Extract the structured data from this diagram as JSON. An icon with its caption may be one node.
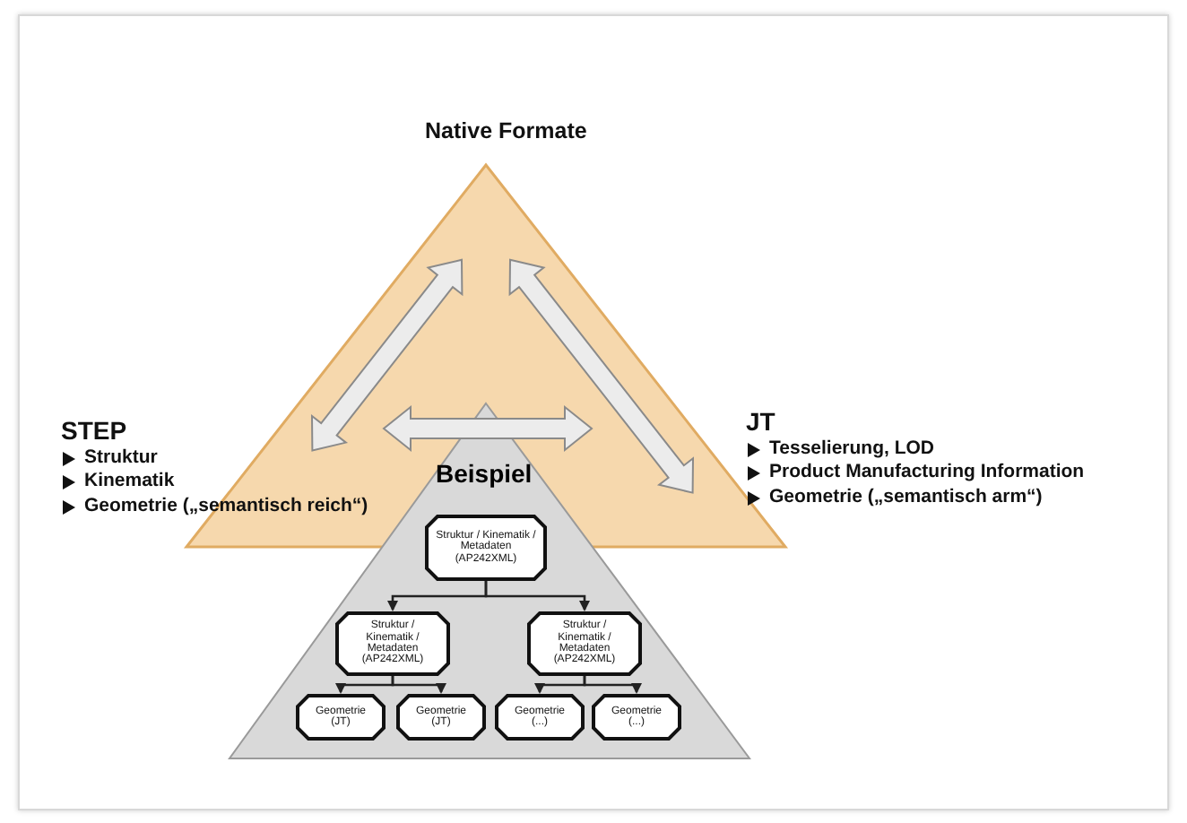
{
  "diagram": {
    "nodes": [
      {
        "text": [
          "Native Formate"
        ]
      },
      {
        "text": [
          "STEP",
          "Struktur",
          "Kinematik",
          "Geometrie („semantisch reich“)"
        ]
      },
      {
        "text": [
          "JT",
          "Tesselierung, LOD",
          "Product Manufacturing Information",
          "Geometrie („semantisch arm“)"
        ]
      },
      {
        "text": [
          "Beispiel"
        ]
      },
      {
        "text": [
          "Struktur / Kinematik / Metadaten (AP242XML)"
        ],
        "in": 3
      },
      {
        "text": [
          "Struktur / Kinematik / Metadaten (AP242XML)"
        ],
        "in": 3
      },
      {
        "text": [
          "Struktur / Kinematik / Metadaten (AP242XML)"
        ],
        "in": 3
      },
      {
        "text": [
          "Geometrie (JT)"
        ],
        "in": 3
      },
      {
        "text": [
          "Geometrie (JT)"
        ],
        "in": 3
      },
      {
        "text": [
          "Geometrie (...)"
        ],
        "in": 3
      },
      {
        "text": [
          "Geometrie (...)"
        ],
        "in": 3
      }
    ],
    "edges": [
      {
        "from": 0,
        "to": 1,
        "arrow": "both",
        "style": "thick"
      },
      {
        "from": 0,
        "to": 2,
        "arrow": "both",
        "style": "thick"
      },
      {
        "from": 1,
        "to": 2,
        "arrow": "both",
        "style": "thick"
      },
      {
        "from": 4,
        "to": 5,
        "arrow": "to"
      },
      {
        "from": 4,
        "to": 6,
        "arrow": "to"
      },
      {
        "from": 5,
        "to": 7,
        "arrow": "to"
      },
      {
        "from": 5,
        "to": 8,
        "arrow": "to"
      },
      {
        "from": 6,
        "to": 9,
        "arrow": "to"
      },
      {
        "from": 6,
        "to": 10,
        "arrow": "to"
      }
    ]
  }
}
